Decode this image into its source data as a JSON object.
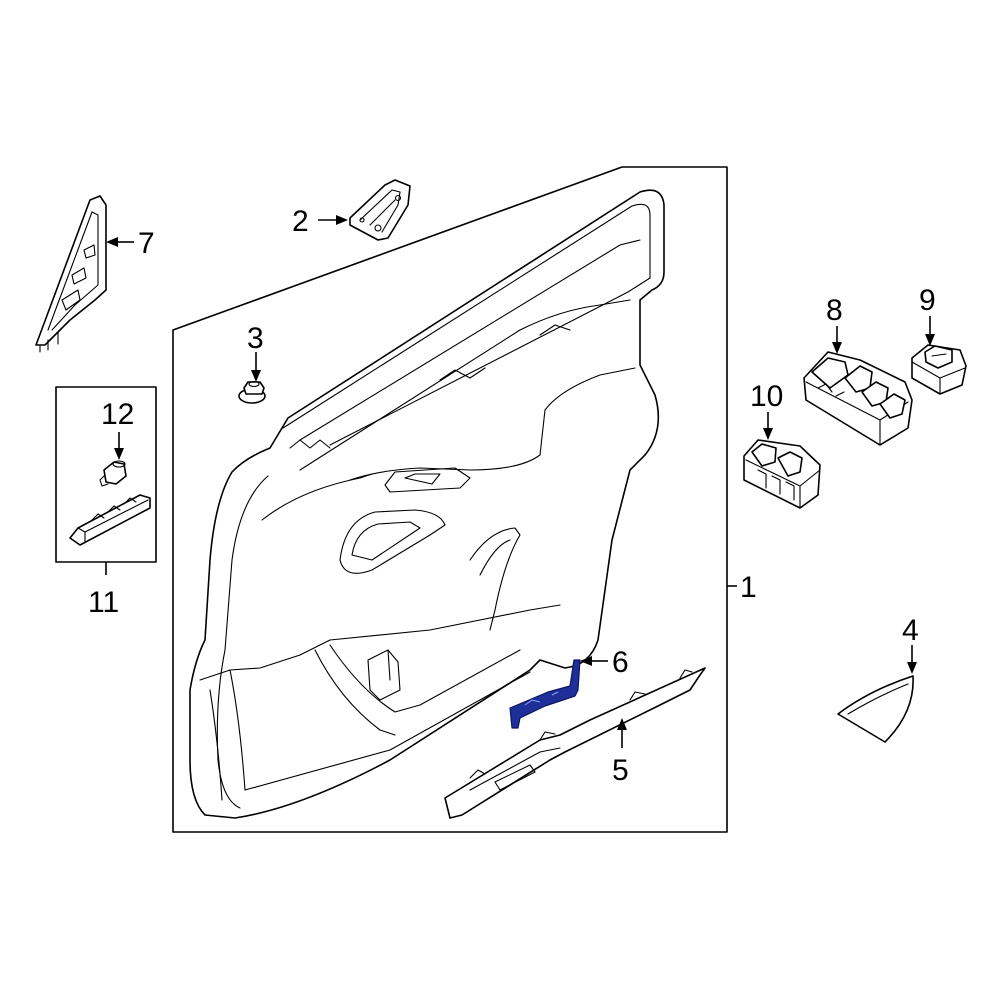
{
  "labels": {
    "p1": "1",
    "p2": "2",
    "p3": "3",
    "p4": "4",
    "p5": "5",
    "p6": "6",
    "p7": "7",
    "p8": "8",
    "p9": "9",
    "p10": "10",
    "p11": "11",
    "p12": "12"
  },
  "colors": {
    "line": "#000000",
    "background": "#ffffff",
    "highlight": "#1f2f9a"
  }
}
